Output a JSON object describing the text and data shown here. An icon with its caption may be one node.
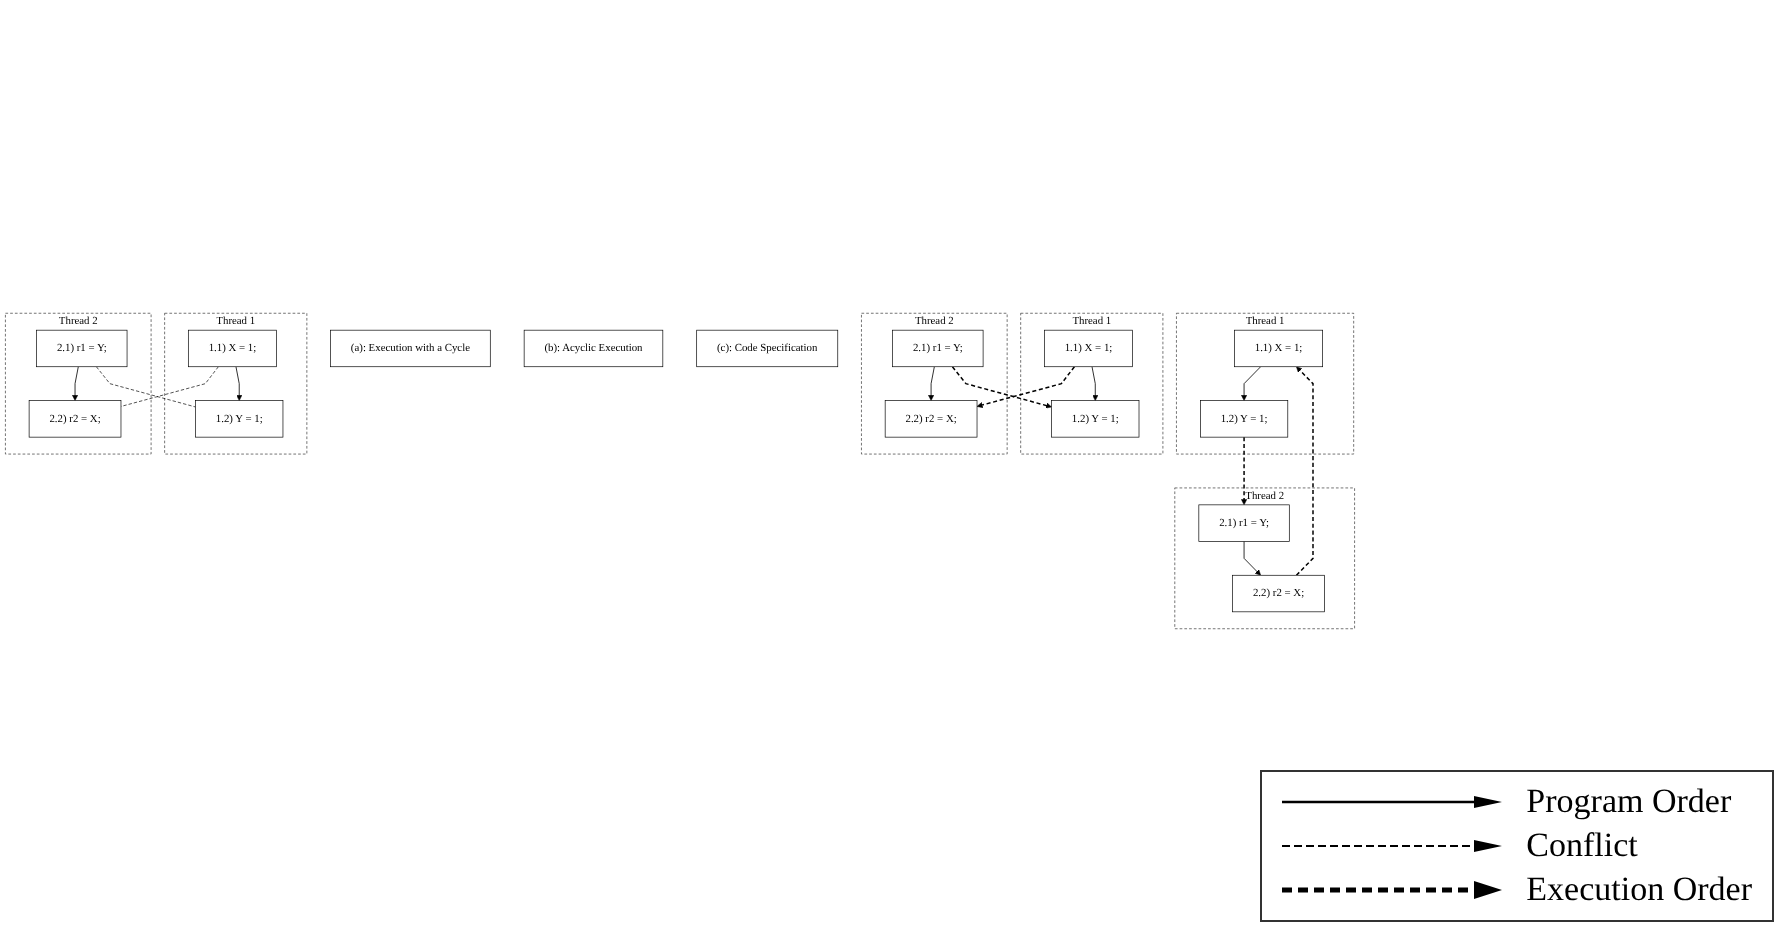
{
  "diagram": {
    "nodes": [
      {
        "text": [
          "Thread 1"
        ]
      },
      {
        "text": [
          "1.1) X = 1;"
        ],
        "in": 0
      },
      {
        "text": [
          "1.2) Y = 1;"
        ],
        "in": 0
      },
      {
        "text": [
          "Thread 2"
        ]
      },
      {
        "text": [
          "2.1) r1 = Y;"
        ],
        "in": 3
      },
      {
        "text": [
          "2.2) r2 = X;"
        ],
        "in": 3
      },
      {
        "text": [
          "(a): Execution with a Cycle"
        ]
      },
      {
        "text": [
          "Thread 1"
        ]
      },
      {
        "text": [
          "1.1) X = 1;"
        ],
        "in": 7
      },
      {
        "text": [
          "1.2) Y = 1;"
        ],
        "in": 7
      },
      {
        "text": [
          "Thread 2"
        ]
      },
      {
        "text": [
          "2.1) r1 = Y;"
        ],
        "in": 10
      },
      {
        "text": [
          "2.2) r2 = X;"
        ],
        "in": 10
      },
      {
        "text": [
          "(b): Acyclic Execution"
        ]
      },
      {
        "text": [
          "Thread 1"
        ]
      },
      {
        "text": [
          "1.1) X = 1;"
        ],
        "in": 14
      },
      {
        "text": [
          "1.2) Y = 1;"
        ],
        "in": 14
      },
      {
        "text": [
          "Thread 2"
        ]
      },
      {
        "text": [
          "2.1) r1 = Y;"
        ],
        "in": 17
      },
      {
        "text": [
          "2.2) r2 = X;"
        ],
        "in": 17
      },
      {
        "text": [
          "(c): Code Specification"
        ]
      }
    ],
    "edges": [
      {
        "from": 1,
        "to": 2,
        "arrow": "to"
      },
      {
        "from": 4,
        "to": 5,
        "arrow": "to"
      },
      {
        "from": 2,
        "to": 4,
        "arrow": "to",
        "style": "dashed"
      },
      {
        "from": 5,
        "to": 1,
        "arrow": "to",
        "style": "dashed"
      },
      {
        "from": 8,
        "to": 9,
        "arrow": "to"
      },
      {
        "from": 11,
        "to": 12,
        "arrow": "to"
      },
      {
        "from": 8,
        "to": 12,
        "arrow": "to",
        "style": "dashed"
      },
      {
        "from": 11,
        "to": 9,
        "arrow": "to",
        "style": "dashed"
      },
      {
        "from": 15,
        "to": 16,
        "arrow": "to"
      },
      {
        "from": 18,
        "to": 19,
        "arrow": "to"
      },
      {
        "from": 15,
        "to": 19,
        "arrow": "none",
        "style": "dashed"
      },
      {
        "from": 18,
        "to": 16,
        "arrow": "none",
        "style": "dashed"
      }
    ],
    "legend": [
      {
        "text": "Program Order"
      },
      {
        "text": "Conflict"
      },
      {
        "text": "Execution Order"
      }
    ]
  }
}
